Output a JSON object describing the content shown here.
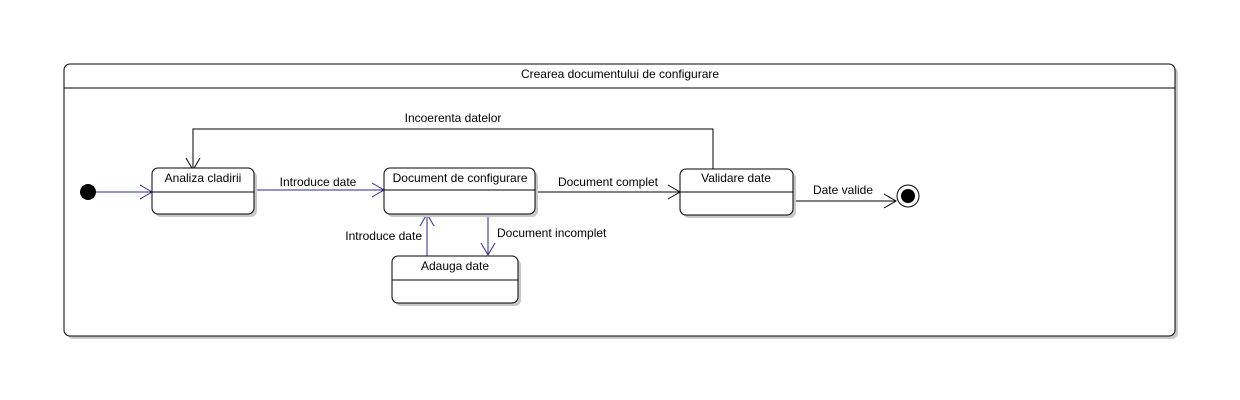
{
  "diagram": {
    "title": "Crearea documentului de configurare",
    "states": {
      "analiza": "Analiza cladirii",
      "document": "Document de configurare",
      "validare": "Validare date",
      "adauga": "Adauga date"
    },
    "transitions": {
      "introduce_date_top": "Introduce date",
      "document_complet": "Document complet",
      "date_valide": "Date valide",
      "incoerenta": "Incoerenta datelor",
      "document_incomplet": "Document incomplet",
      "introduce_date_left": "Introduce date"
    },
    "colors": {
      "flow": "#2a2a9a",
      "line": "#000000",
      "shadow": "#c8c8c8"
    }
  }
}
